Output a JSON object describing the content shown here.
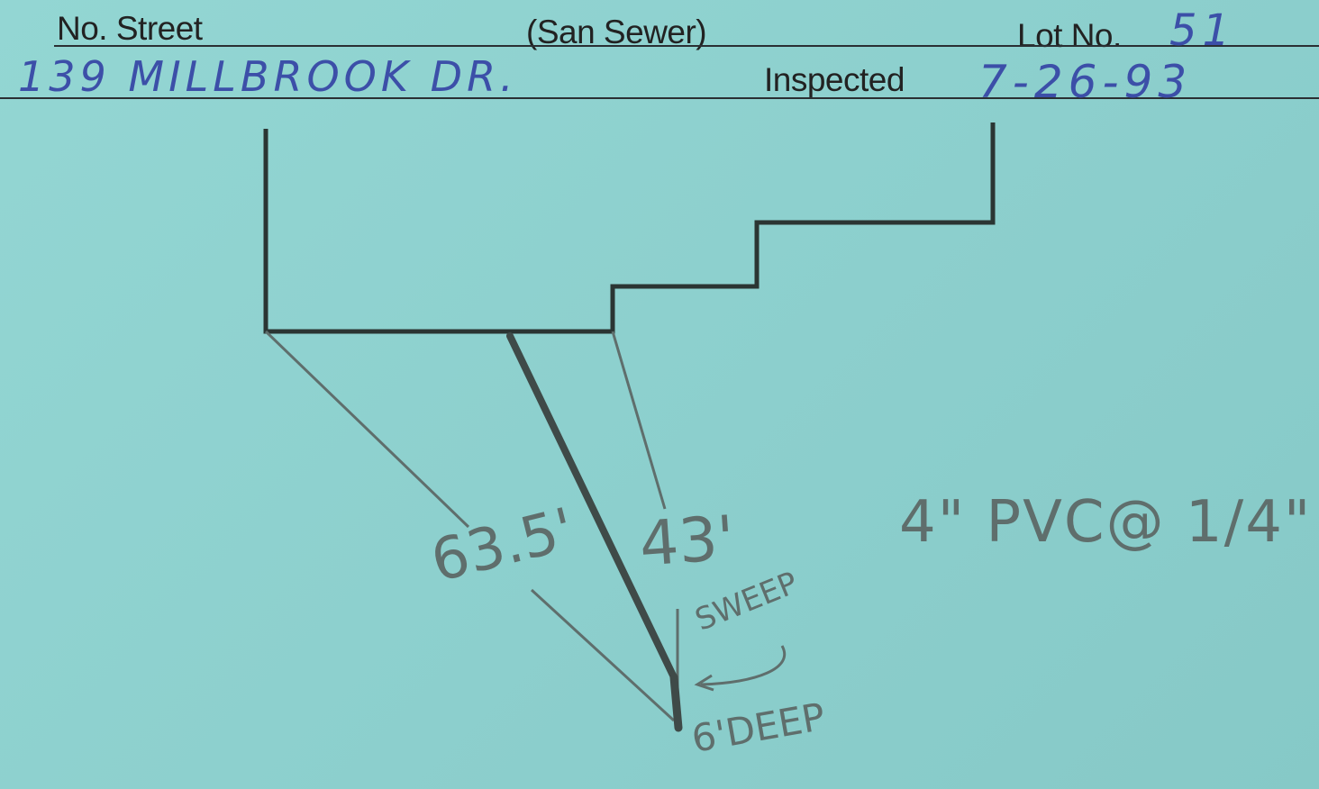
{
  "header": {
    "street_label": "No. Street",
    "type_label": "(San Sewer)",
    "lot_label": "Lot No.",
    "inspected_label": "Inspected"
  },
  "handwritten": {
    "lot_number": "51",
    "address": "139 MILLBROOK DR.",
    "inspected_date": "7-26-93",
    "distance_left": "63.5'",
    "distance_right": "43'",
    "pipe_spec": "4\" PVC@ 1/4\"",
    "sweep_note": "SWEEP",
    "depth_note": "6'DEEP"
  },
  "colors": {
    "card": "#8fd3d1",
    "ink_blue": "#3c4fa8",
    "pencil": "#5f6e6c"
  }
}
